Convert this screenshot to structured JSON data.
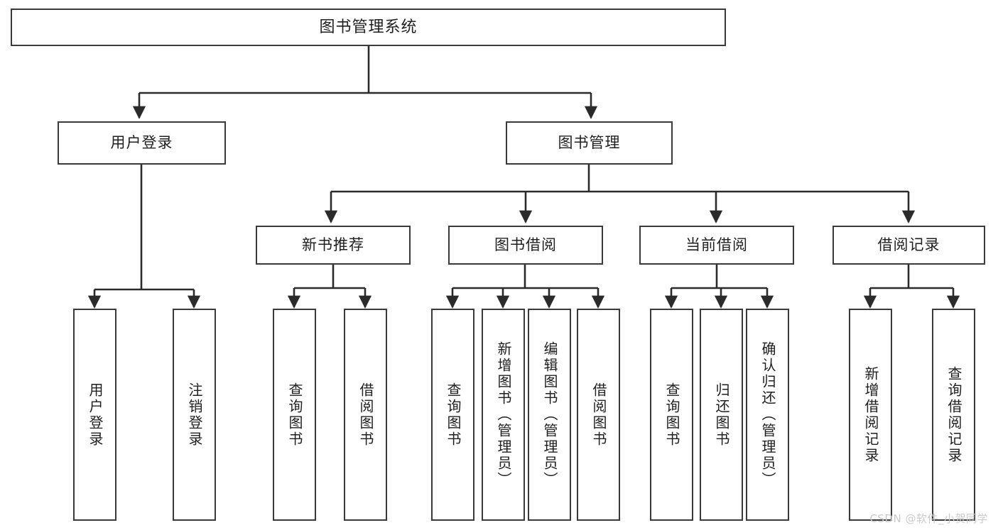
{
  "diagram": {
    "title": "图书管理系统",
    "type": "功能结构图",
    "watermark": "CSDN @软件_小贺同学",
    "style": {
      "border_color": "#3a3a3a",
      "fill_color": "#ffffff",
      "line_color": "#2b2b2b",
      "text_color": "#1f1f1f",
      "watermark_color": "#c9c9c9"
    },
    "root": {
      "id": "root",
      "label": "图书管理系统"
    },
    "level2": [
      {
        "id": "login",
        "label": "用户登录"
      },
      {
        "id": "bookmgmt",
        "label": "图书管理"
      }
    ],
    "level3": [
      {
        "id": "newbook",
        "label": "新书推荐",
        "parent": "bookmgmt"
      },
      {
        "id": "borrow",
        "label": "图书借阅",
        "parent": "bookmgmt"
      },
      {
        "id": "current",
        "label": "当前借阅",
        "parent": "bookmgmt"
      },
      {
        "id": "records",
        "label": "借阅记录",
        "parent": "bookmgmt"
      }
    ],
    "leaves": [
      {
        "id": "leaf-login-1",
        "label": "用户登录",
        "parent": "login"
      },
      {
        "id": "leaf-login-2",
        "label": "注销登录",
        "parent": "login"
      },
      {
        "id": "leaf-new-1",
        "label": "查询图书",
        "parent": "newbook"
      },
      {
        "id": "leaf-new-2",
        "label": "借阅图书",
        "parent": "newbook"
      },
      {
        "id": "leaf-borrow-1",
        "label": "查询图书",
        "parent": "borrow"
      },
      {
        "id": "leaf-borrow-2",
        "label": "新增图书（管理员）",
        "parent": "borrow"
      },
      {
        "id": "leaf-borrow-3",
        "label": "编辑图书（管理员）",
        "parent": "borrow"
      },
      {
        "id": "leaf-borrow-4",
        "label": "借阅图书",
        "parent": "borrow"
      },
      {
        "id": "leaf-cur-1",
        "label": "查询图书",
        "parent": "current"
      },
      {
        "id": "leaf-cur-2",
        "label": "归还图书",
        "parent": "current"
      },
      {
        "id": "leaf-cur-3",
        "label": "确认归还（管理员）",
        "parent": "current"
      },
      {
        "id": "leaf-rec-1",
        "label": "新增借阅记录",
        "parent": "records"
      },
      {
        "id": "leaf-rec-2",
        "label": "查询借阅记录",
        "parent": "records"
      }
    ]
  }
}
